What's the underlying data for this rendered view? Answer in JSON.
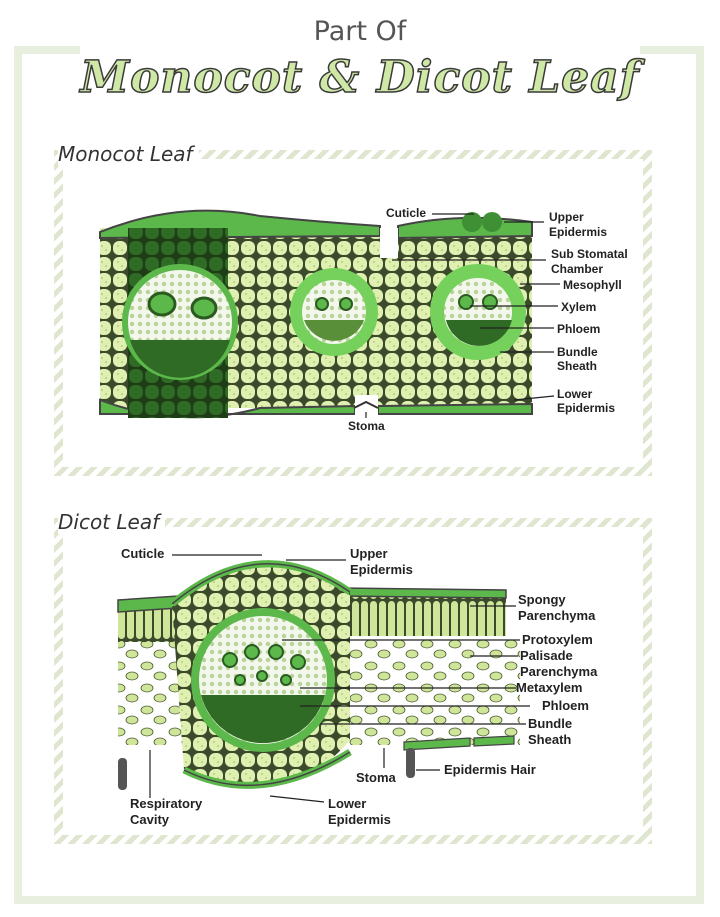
{
  "header": {
    "subtitle": "Part Of",
    "title": "Monocot & Dicot Leaf"
  },
  "monocot": {
    "heading": "Monocot Leaf",
    "labels": {
      "cuticle": "Cuticle",
      "upper_epidermis": [
        "Upper",
        "Epidermis"
      ],
      "sub_stomatal": [
        "Sub Stomatal",
        "Chamber"
      ],
      "mesophyll": "Mesophyll",
      "xylem": "Xylem",
      "phloem": "Phloem",
      "bundle_sheath": [
        "Bundle",
        "Sheath"
      ],
      "lower_epidermis": [
        "Lower",
        "Epidermis"
      ],
      "stoma": "Stoma"
    }
  },
  "dicot": {
    "heading": "Dicot Leaf",
    "labels": {
      "cuticle": "Cuticle",
      "upper_epidermis": [
        "Upper",
        "Epidermis"
      ],
      "spongy": [
        "Spongy",
        "Parenchyma"
      ],
      "protoxylem": "Protoxylem",
      "palisade": [
        "Palisade",
        "Parenchyma"
      ],
      "metaxylem": "Metaxylem",
      "phloem": "Phloem",
      "bundle_sheath": [
        "Bundle",
        "Sheath"
      ],
      "stoma": "Stoma",
      "epidermis_hair": "Epidermis Hair",
      "respiratory": [
        "Respiratory",
        "Cavity"
      ],
      "lower_epidermis": [
        "Lower",
        "Epidermis"
      ]
    }
  },
  "colors": {
    "cell_light": "#dff0b0",
    "cell_dark": "#2f6b25",
    "green_mid": "#5cb84a",
    "frame": "#e9efdf"
  }
}
